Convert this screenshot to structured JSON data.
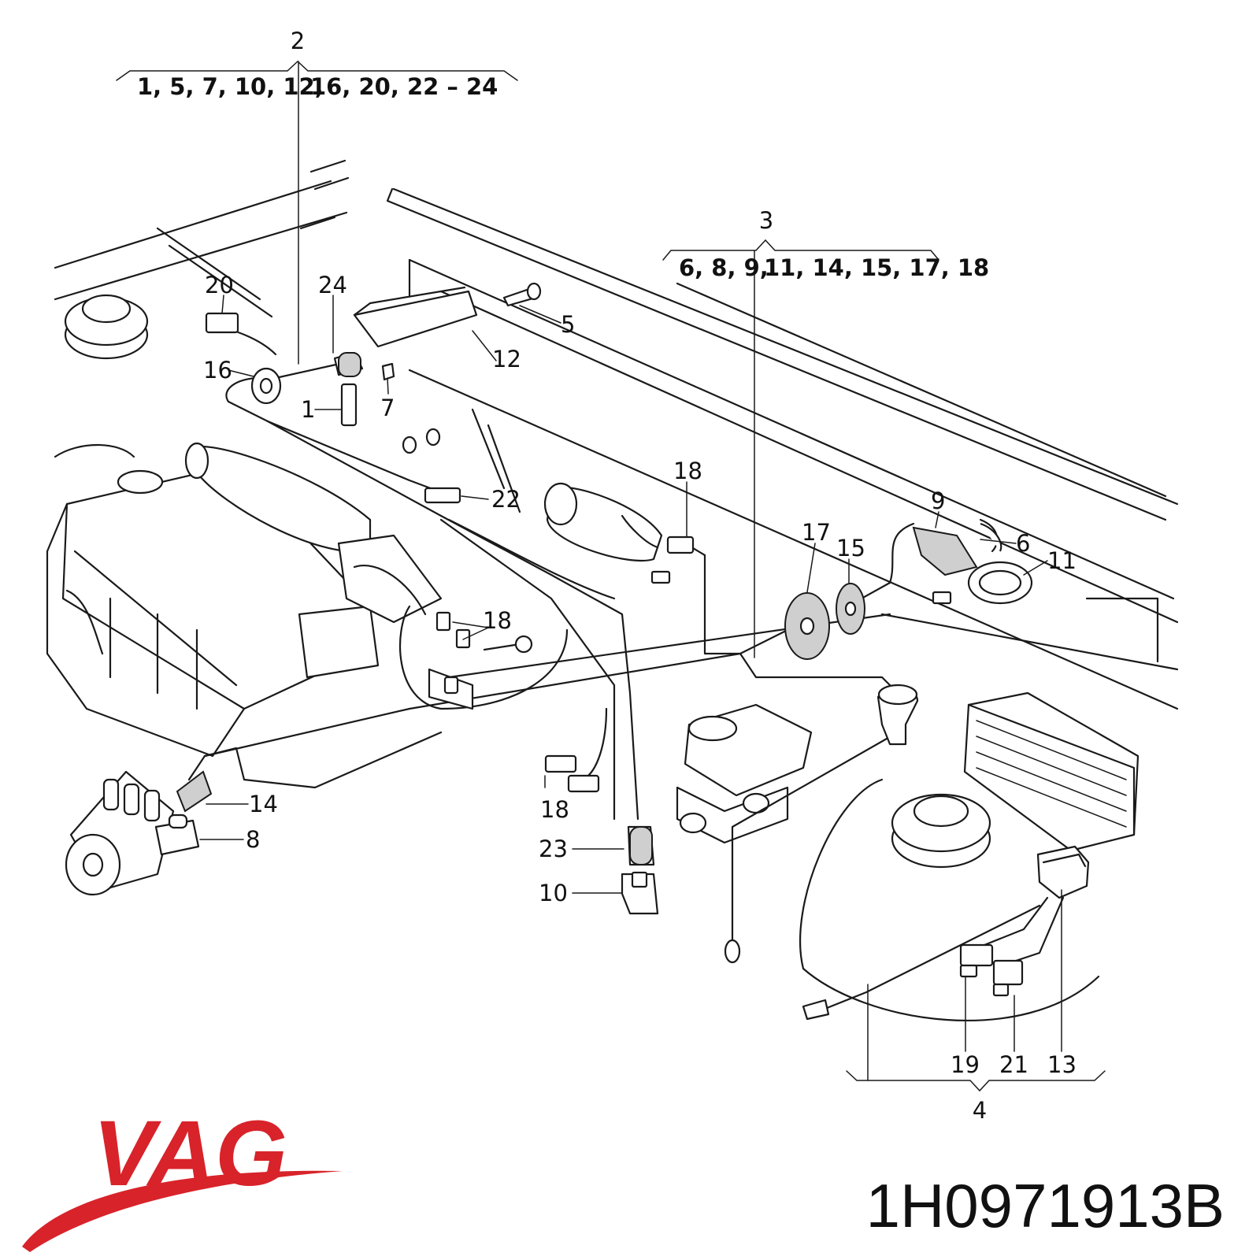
{
  "diagram": {
    "groups": [
      {
        "id": "group-2",
        "number": "2",
        "items_left": "1, 5, 7, 10, 12,",
        "items_right": "16, 20, 22 – 24"
      },
      {
        "id": "group-3",
        "number": "3",
        "items_left": "6, 8, 9,",
        "items_right": "11, 14, 15, 17, 18"
      },
      {
        "id": "group-4",
        "number": "4"
      }
    ],
    "callouts": [
      {
        "id": "c20",
        "label": "20"
      },
      {
        "id": "c24",
        "label": "24"
      },
      {
        "id": "c5",
        "label": "5"
      },
      {
        "id": "c12",
        "label": "12"
      },
      {
        "id": "c16",
        "label": "16"
      },
      {
        "id": "c1",
        "label": "1"
      },
      {
        "id": "c7",
        "label": "7"
      },
      {
        "id": "c22",
        "label": "22"
      },
      {
        "id": "c18a",
        "label": "18"
      },
      {
        "id": "c18b",
        "label": "18"
      },
      {
        "id": "c18c",
        "label": "18"
      },
      {
        "id": "c9",
        "label": "9"
      },
      {
        "id": "c6",
        "label": "6"
      },
      {
        "id": "c11",
        "label": "11"
      },
      {
        "id": "c17",
        "label": "17"
      },
      {
        "id": "c15",
        "label": "15"
      },
      {
        "id": "c14",
        "label": "14"
      },
      {
        "id": "c8",
        "label": "8"
      },
      {
        "id": "c23",
        "label": "23"
      },
      {
        "id": "c10",
        "label": "10"
      },
      {
        "id": "c19",
        "label": "19"
      },
      {
        "id": "c21",
        "label": "21"
      },
      {
        "id": "c13",
        "label": "13"
      }
    ]
  },
  "brand": {
    "logo_text": "VAG",
    "logo_color": "#d8232a"
  },
  "part_number": "1H0971913B"
}
